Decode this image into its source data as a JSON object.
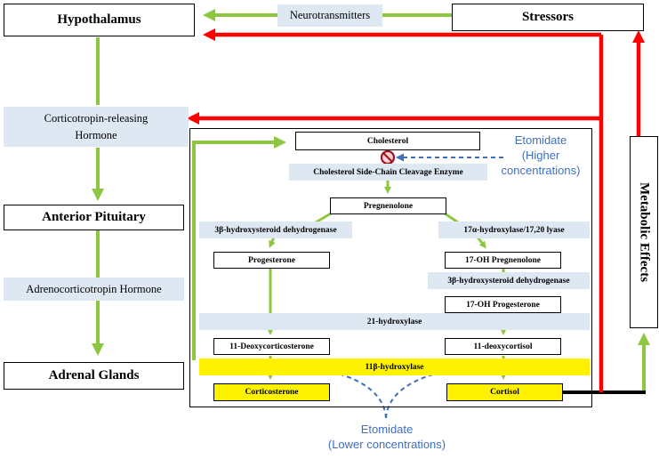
{
  "outer": {
    "hypothalamus": "Hypothalamus",
    "stressors": "Stressors",
    "neurotransmitters": "Neurotransmitters",
    "crh": "Corticotropin-releasing Hormone",
    "anterior_pituitary": "Anterior Pituitary",
    "acth": "Adrenocorticotropin Hormone",
    "adrenal_glands": "Adrenal Glands",
    "metabolic_effects": "Metabolic Effects"
  },
  "pathway": {
    "cholesterol": "Cholesterol",
    "scc_enzyme": "Cholesterol Side-Chain Cleavage Enzyme",
    "pregnenolone": "Pregnenolone",
    "hsd_left": "3β-hydroxysteroid dehydrogenase",
    "hydroxylase17": "17α-hydroxylase/17,20 lyase",
    "progesterone": "Progesterone",
    "oh_pregnenolone": "17-OH Pregnenolone",
    "hsd_right": "3β-hydroxysteroid dehydrogenase",
    "oh_progesterone": "17-OH Progesterone",
    "hydroxylase21": "21-hydroxylase",
    "deoxycorticosterone": "11-Deoxycorticosterone",
    "deoxycortisol": "11-deoxycortisol",
    "hydroxylase11b": "11β-hydroxylase",
    "corticosterone": "Corticosterone",
    "cortisol": "Cortisol"
  },
  "etomidate": {
    "high_line1": "Etomidate",
    "high_line2": "(Higher",
    "high_line3": "concentrations)",
    "low_line1": "Etomidate",
    "low_line2": "(Lower concentrations)"
  },
  "colors": {
    "green_arrow": "#8dc63f",
    "red_arrow": "#ff0000",
    "blue_label": "#dde8f3",
    "yellow_highlight": "#fff200",
    "etomidate_blue": "#3f6fbf"
  }
}
